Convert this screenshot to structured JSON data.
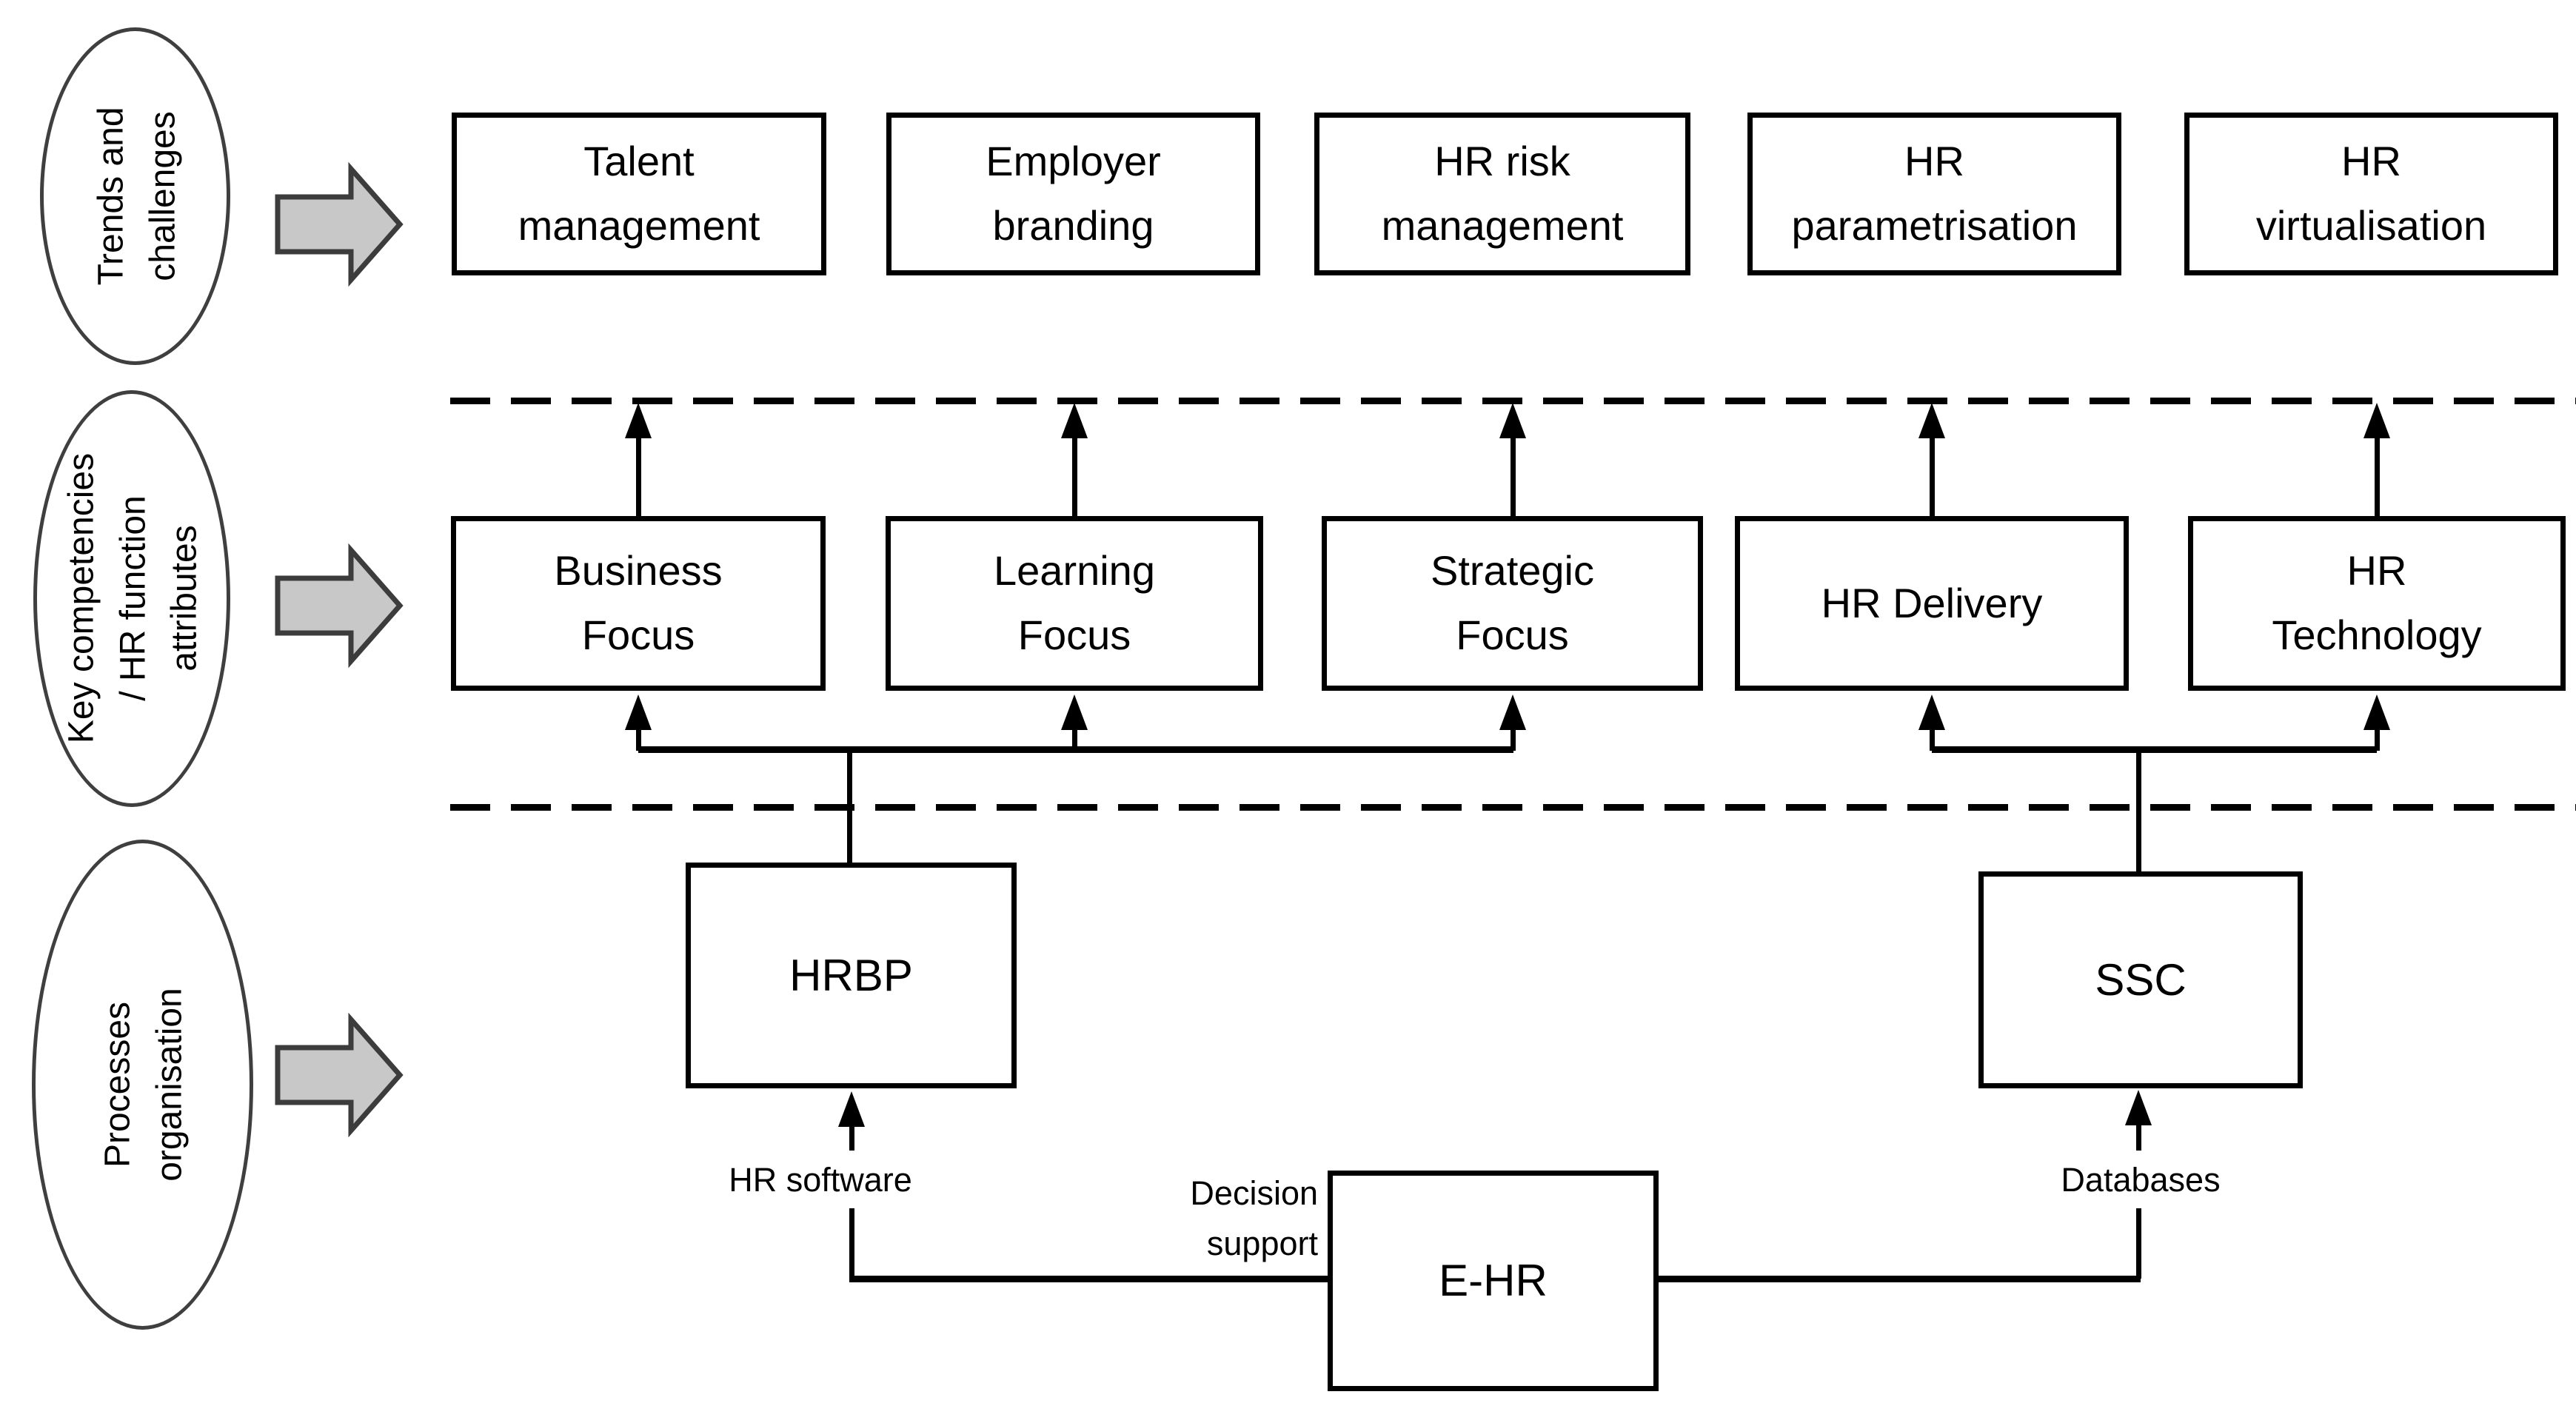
{
  "figure": {
    "background": "#ffffff",
    "line_color": "#000000",
    "box_border_color": "#000000",
    "block_arrow_fill": "#c8c8c8",
    "block_arrow_stroke": "#3c3c3c"
  },
  "rows": [
    {
      "id": "trends",
      "side_label": "Trends and\nchallenges",
      "boxes": [
        {
          "label": "Talent\nmanagement"
        },
        {
          "label": "Employer\nbranding"
        },
        {
          "label": "HR risk\nmanagement"
        },
        {
          "label": "HR\nparametrisation"
        },
        {
          "label": "HR\nvirtualisation"
        }
      ]
    },
    {
      "id": "key-competencies",
      "side_label": "Key competencies\n/ HR function\nattributes",
      "boxes": [
        {
          "label": "Business\nFocus"
        },
        {
          "label": "Learning\nFocus"
        },
        {
          "label": "Strategic\nFocus"
        },
        {
          "label": "HR Delivery"
        },
        {
          "label": "HR\nTechnology"
        }
      ]
    },
    {
      "id": "processes",
      "side_label": "Processes\norganisation",
      "boxes": [
        {
          "label": "HRBP"
        },
        {
          "label": "SSC"
        },
        {
          "label": "E-HR"
        }
      ]
    }
  ],
  "connector_labels": {
    "hr_software": "HR software",
    "decision_support": "Decision\nsupport",
    "databases": "Databases"
  }
}
